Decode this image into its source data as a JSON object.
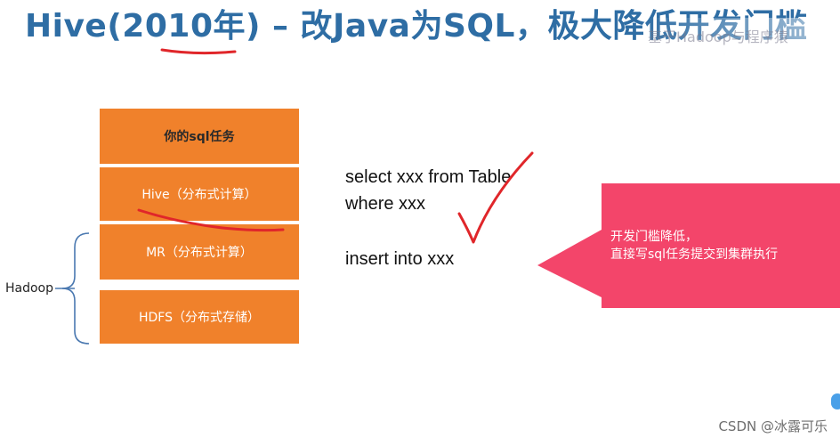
{
  "slide": {
    "title": "Hive(2010年) – 改Java为SQL，极大降低开发门槛",
    "title_color": "#2e6da4",
    "overlay_text": "基于Hadoop与程序猿"
  },
  "stack": {
    "task": "你的sql任务",
    "hive": "Hive（分布式计算）",
    "mr": "MR（分布式计算）",
    "hdfs": "HDFS（分布式存储）",
    "box_color": "#f0812b"
  },
  "bracket": {
    "label": "Hadoop"
  },
  "sql": {
    "line1": "select xxx from Table",
    "line2": "where xxx",
    "line3": "insert into xxx"
  },
  "callout": {
    "line1": "开发门槛降低，",
    "line2": "直接写sql任务提交到集群执行",
    "color": "#f3456a"
  },
  "annotations": {
    "ink_color": "#e0262a"
  },
  "watermark": {
    "text": "CSDN @冰露可乐"
  }
}
